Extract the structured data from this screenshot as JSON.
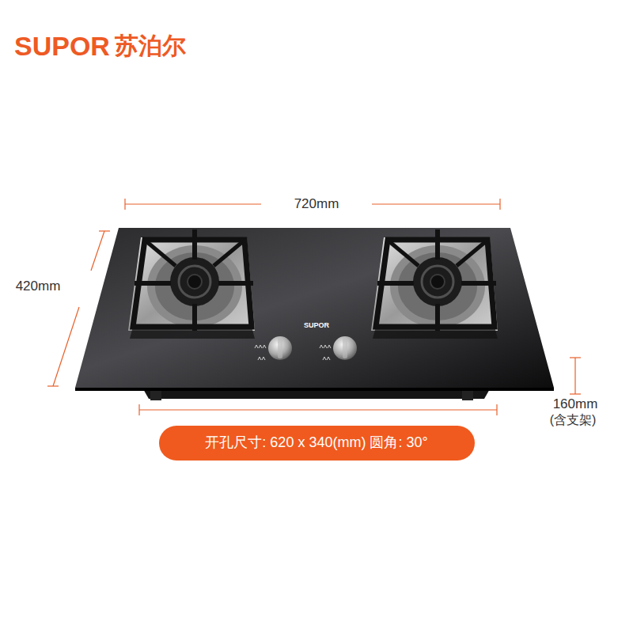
{
  "diagram": {
    "nodes": [
      {
        "text": [
          "开孔尺寸: 620 x 340(mm) 圆角: 30°"
        ]
      }
    ],
    "labels": [
      "SUPOR",
      "苏泊尔",
      "720mm",
      "420mm",
      "SUPOR",
      "160mm",
      "(含支架)"
    ]
  }
}
